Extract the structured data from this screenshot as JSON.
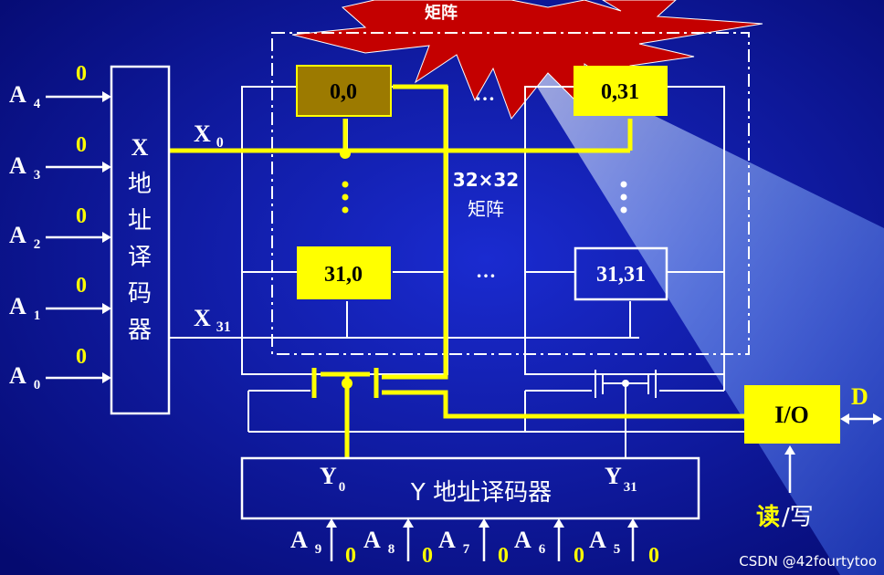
{
  "banner": {
    "label": "矩阵"
  },
  "x_decoder": {
    "chars": [
      "X",
      "地",
      "址",
      "译",
      "码",
      "器"
    ]
  },
  "y_decoder": {
    "label": "Y 地址译码器",
    "y0": "Y",
    "y0_sub": "0",
    "y31": "Y",
    "y31_sub": "31"
  },
  "address_inputs_left": [
    {
      "name": "A",
      "sub": "4",
      "value": "0"
    },
    {
      "name": "A",
      "sub": "3",
      "value": "0"
    },
    {
      "name": "A",
      "sub": "2",
      "value": "0"
    },
    {
      "name": "A",
      "sub": "1",
      "value": "0"
    },
    {
      "name": "A",
      "sub": "0",
      "value": "0"
    }
  ],
  "address_inputs_bottom": [
    {
      "name": "A",
      "sub": "9",
      "value": "0"
    },
    {
      "name": "A",
      "sub": "8",
      "value": "0"
    },
    {
      "name": "A",
      "sub": "7",
      "value": "0"
    },
    {
      "name": "A",
      "sub": "6",
      "value": "0"
    },
    {
      "name": "A",
      "sub": "5",
      "value": "0"
    }
  ],
  "row_lines": {
    "x0": "X",
    "x0_sub": "0",
    "x31": "X",
    "x31_sub": "31"
  },
  "cells": {
    "c00": "0,0",
    "c031": "0,31",
    "c310": "31,0",
    "c3131": "31,31"
  },
  "matrix": {
    "line1": "32×32",
    "line2": "矩阵",
    "ellipsis": "…"
  },
  "io": {
    "label": "I/O",
    "data": "D",
    "read": "读",
    "write": "/写"
  },
  "watermark": "CSDN @42fourtytoo",
  "colors": {
    "background": "#0a0f8a",
    "highlight": "#ffff00",
    "selected_cell": "#9c7a00",
    "burst": "#c40000",
    "line": "#ffffff"
  }
}
